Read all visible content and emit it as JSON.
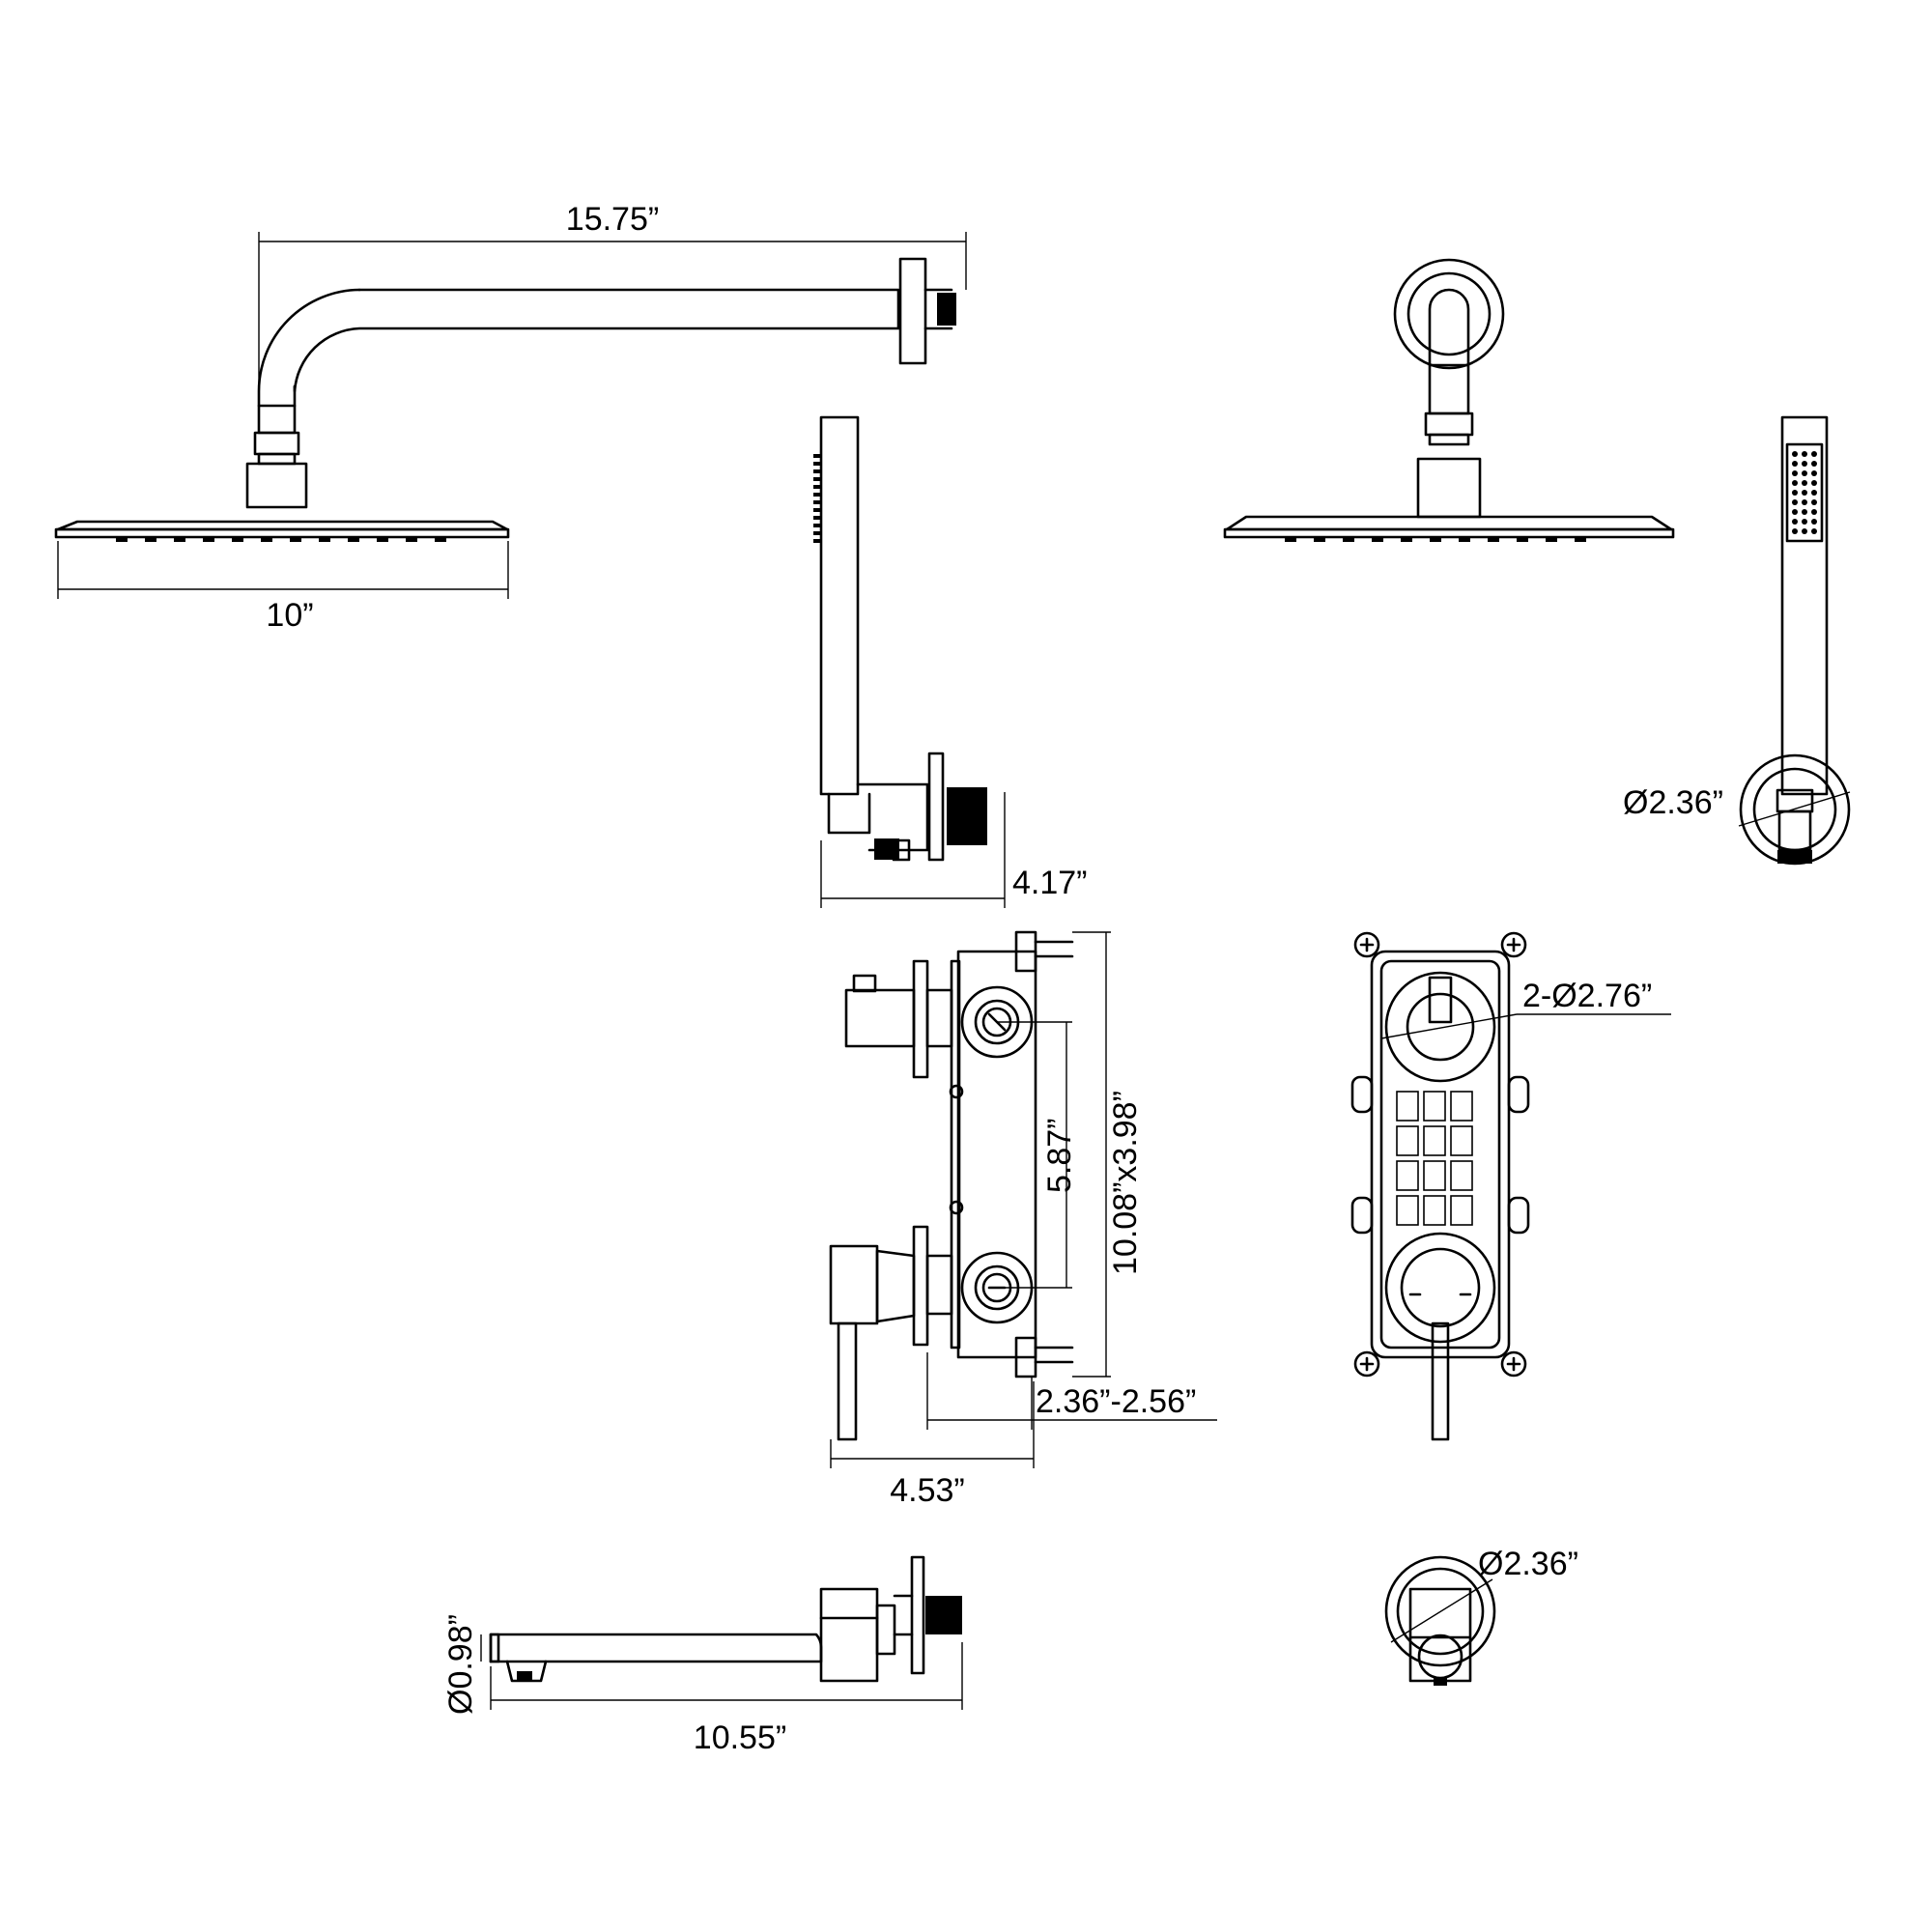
{
  "dimensions": {
    "arm_length": "15.75”",
    "head_diameter": "10”",
    "holder_projection": "4.17”",
    "handheld_flange_dia": "Ø2.36”",
    "valve_trim_dia": "2-Ø2.76”",
    "valve_center_distance": "5.87”",
    "valve_box_size": "10.08”x3.98”",
    "wall_depth_range": "2.36”-2.56”",
    "valve_total_depth": "4.53”",
    "spout_outlet_dia": "Ø0.98”",
    "spout_length": "10.55”",
    "spout_flange_dia": "Ø2.36”"
  },
  "colors": {
    "line": "#000000",
    "background": "#ffffff"
  }
}
